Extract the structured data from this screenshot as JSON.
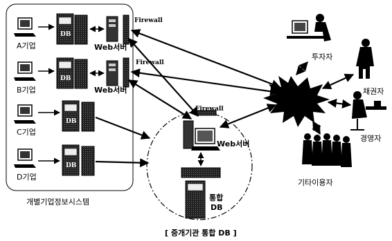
{
  "companies": [
    {
      "label": "A기업",
      "server_label": "Web서버",
      "db_label": "DB"
    },
    {
      "label": "B기업",
      "server_label": "Web서버",
      "db_label": "DB"
    },
    {
      "label": "C기업",
      "db_label": "DB"
    },
    {
      "label": "D기업",
      "db_label": "DB"
    }
  ],
  "firewall_label": "Firewall",
  "group_label": "개별기업정보시스템",
  "central": {
    "firewall_label": "Firewall",
    "server_label": "Web서버",
    "db_label_line1": "통합",
    "db_label_line2": "DB",
    "caption": "[ 중개기관 통합 DB ]"
  },
  "users": [
    {
      "label": "투자자"
    },
    {
      "label": "채권자"
    },
    {
      "label": "경영자"
    },
    {
      "label": "기타이용자"
    }
  ]
}
